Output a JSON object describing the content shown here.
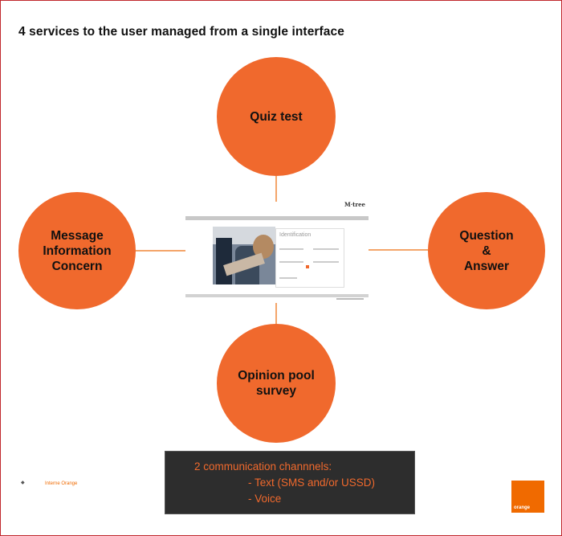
{
  "slide": {
    "title": "4 services to the user managed from a single interface"
  },
  "services": {
    "top": {
      "lines": [
        "Quiz test"
      ]
    },
    "left": {
      "lines": [
        "Message",
        "Information",
        "Concern"
      ]
    },
    "right": {
      "lines": [
        "Question",
        "&",
        "Answer"
      ]
    },
    "bottom": {
      "lines": [
        "Opinion pool",
        "survey"
      ]
    }
  },
  "channels": {
    "heading": "2 communication channnels:",
    "items": [
      "- Text (SMS and/or USSD)",
      "- Voice"
    ]
  },
  "footer": {
    "label": "Interne Orange"
  },
  "colors": {
    "accent": "#f0692d",
    "connector": "#f4a56a",
    "frame": "#c0282d",
    "box": "#2d2d2d"
  }
}
